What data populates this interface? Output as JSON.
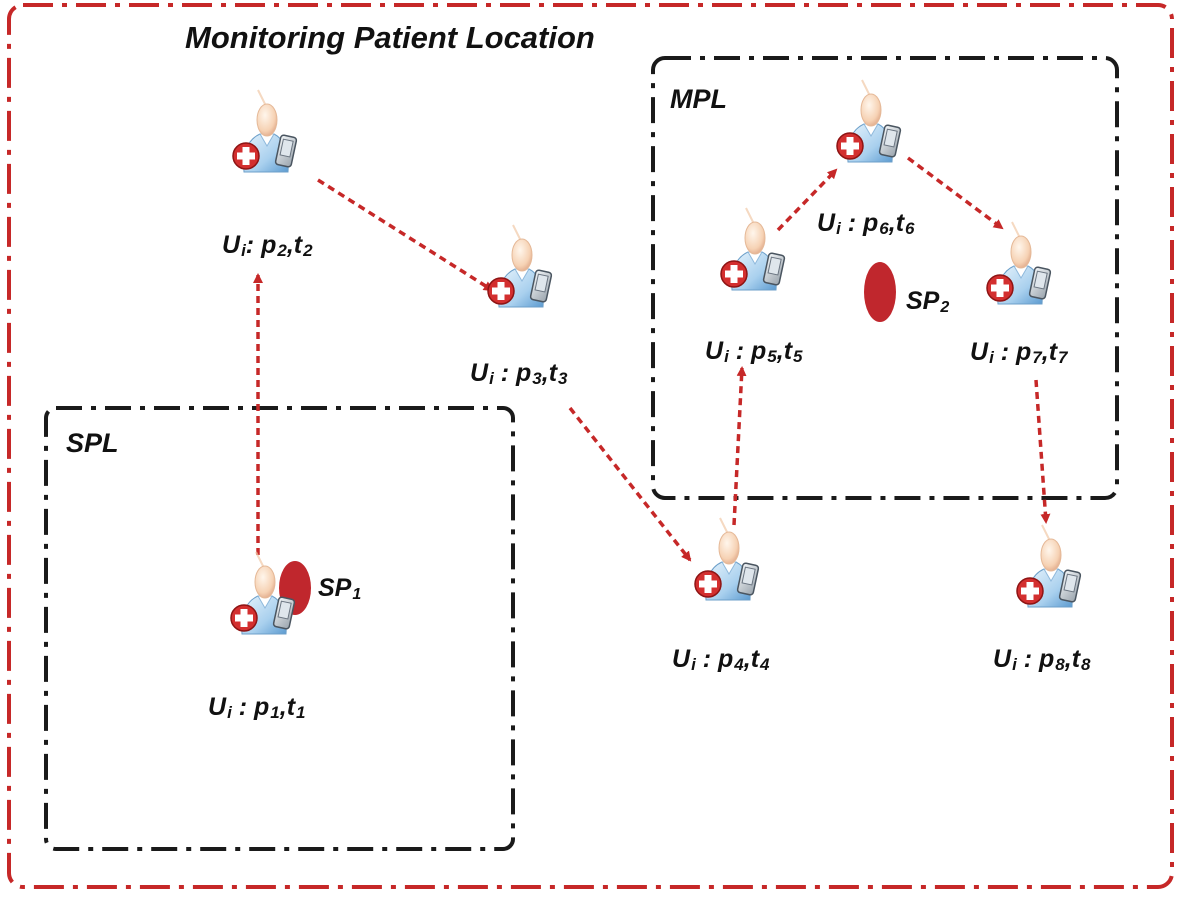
{
  "title": "Monitoring Patient  Location",
  "zones": {
    "spl": "SPL",
    "mpl": "MPL"
  },
  "service_points": [
    {
      "id": "sp1",
      "label": "SP",
      "sub": "1"
    },
    {
      "id": "sp2",
      "label": "SP",
      "sub": "2"
    }
  ],
  "nodes": [
    {
      "id": "n1",
      "user": "U",
      "user_sub": "i",
      "sep": " : ",
      "p": "p",
      "p_sub": "1",
      "t": "t",
      "t_sub": "1"
    },
    {
      "id": "n2",
      "user": "U",
      "user_sub": "i",
      "sep": ": ",
      "p": "p",
      "p_sub": "2",
      "t": "t",
      "t_sub": "2"
    },
    {
      "id": "n3",
      "user": "U",
      "user_sub": "i",
      "sep": " : ",
      "p": "p",
      "p_sub": "3",
      "t": "t",
      "t_sub": "3"
    },
    {
      "id": "n4",
      "user": "U",
      "user_sub": "i",
      "sep": " : ",
      "p": "p",
      "p_sub": "4",
      "t": "t",
      "t_sub": "4"
    },
    {
      "id": "n5",
      "user": "U",
      "user_sub": "i",
      "sep": " : ",
      "p": "p",
      "p_sub": "5",
      "t": "t",
      "t_sub": "5"
    },
    {
      "id": "n6",
      "user": "U",
      "user_sub": "i",
      "sep": " : ",
      "p": "p",
      "p_sub": "6",
      "t": "t",
      "t_sub": "6"
    },
    {
      "id": "n7",
      "user": "U",
      "user_sub": "i",
      "sep": " : ",
      "p": "p",
      "p_sub": "7",
      "t": "t",
      "t_sub": "7"
    },
    {
      "id": "n8",
      "user": "U",
      "user_sub": "i",
      "sep": " : ",
      "p": "p",
      "p_sub": "8",
      "t": "t",
      "t_sub": "8"
    }
  ],
  "edges": [
    {
      "from": "n1",
      "to": "n2"
    },
    {
      "from": "n2",
      "to": "n3"
    },
    {
      "from": "n3",
      "to": "n4"
    },
    {
      "from": "n4",
      "to": "n5"
    },
    {
      "from": "n5",
      "to": "n6"
    },
    {
      "from": "n6",
      "to": "n7"
    },
    {
      "from": "n7",
      "to": "n8"
    }
  ],
  "colors": {
    "outer_border": "#c62828",
    "zone_border": "#1a1a1a",
    "arrow": "#c62828",
    "service_point": "#c0272d",
    "cross": "#d32f2f"
  },
  "icons": {
    "patient": "patient-with-device-icon",
    "service_point": "service-point-marker"
  }
}
